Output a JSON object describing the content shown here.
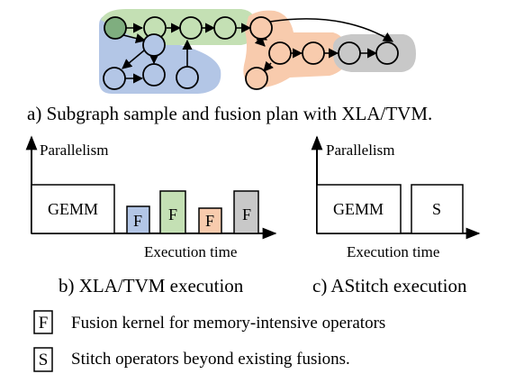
{
  "top_diagram": {
    "caption": "a) Subgraph sample and fusion plan with XLA/TVM.",
    "colors": {
      "blue": "#b3c6e6",
      "green": "#c4e0b4",
      "orange": "#f8cbad",
      "gray": "#c8c8c8",
      "dark_green": "#7fae7f"
    }
  },
  "chart_b": {
    "y_axis_label": "Parallelism",
    "x_axis_label": "Execution time",
    "caption": "b) XLA/TVM execution",
    "gemm_label": "GEMM",
    "kernels": [
      {
        "label": "F",
        "color": "#b3c6e6"
      },
      {
        "label": "F",
        "color": "#c4e0b4"
      },
      {
        "label": "F",
        "color": "#f8cbad"
      },
      {
        "label": "F",
        "color": "#c8c8c8"
      }
    ]
  },
  "chart_c": {
    "y_axis_label": "Parallelism",
    "x_axis_label": "Execution time",
    "caption": "c) AStitch execution",
    "gemm_label": "GEMM",
    "stitch_label": "S"
  },
  "legend": [
    {
      "key": "F",
      "text": "Fusion kernel for memory-intensive operators"
    },
    {
      "key": "S",
      "text": "Stitch operators beyond existing fusions."
    }
  ]
}
